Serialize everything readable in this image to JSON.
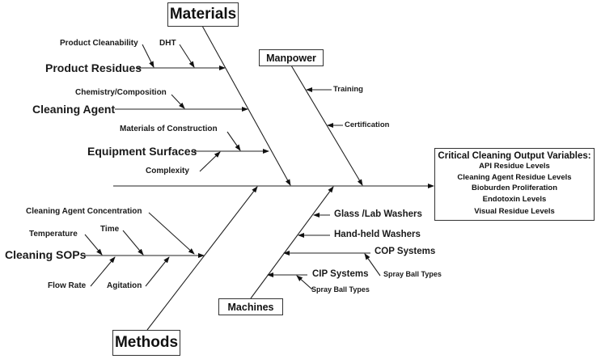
{
  "diagram": {
    "type": "fishbone",
    "effect": {
      "title": "Critical Cleaning Output Variables:",
      "items": [
        "API Residue Levels",
        "Cleaning Agent Residue Levels",
        "Bioburden Proliferation",
        "Endotoxin Levels",
        "Visual Residue Levels"
      ]
    },
    "categories": {
      "materials": {
        "label": "Materials",
        "causes": [
          {
            "label": "Product Residues",
            "sub": [
              "Product Cleanability",
              "DHT"
            ]
          },
          {
            "label": "Cleaning Agent",
            "sub": [
              "Chemistry/Composition"
            ]
          },
          {
            "label": "Equipment Surfaces",
            "sub": [
              "Materials of Construction",
              "Complexity"
            ]
          }
        ]
      },
      "manpower": {
        "label": "Manpower",
        "causes": [
          {
            "label": "Training"
          },
          {
            "label": "Certification"
          }
        ]
      },
      "methods": {
        "label": "Methods",
        "causes": [
          {
            "label": "Cleaning SOPs",
            "sub": [
              "Cleaning Agent Concentration",
              "Temperature",
              "Time",
              "Flow Rate",
              "Agitation"
            ]
          }
        ]
      },
      "machines": {
        "label": "Machines",
        "causes": [
          {
            "label": "Glass /Lab Washers"
          },
          {
            "label": "Hand-held Washers"
          },
          {
            "label": "COP Systems",
            "sub": [
              "Spray Ball Types"
            ]
          },
          {
            "label": "CIP Systems",
            "sub": [
              "Spray Ball Types"
            ]
          }
        ]
      }
    }
  }
}
